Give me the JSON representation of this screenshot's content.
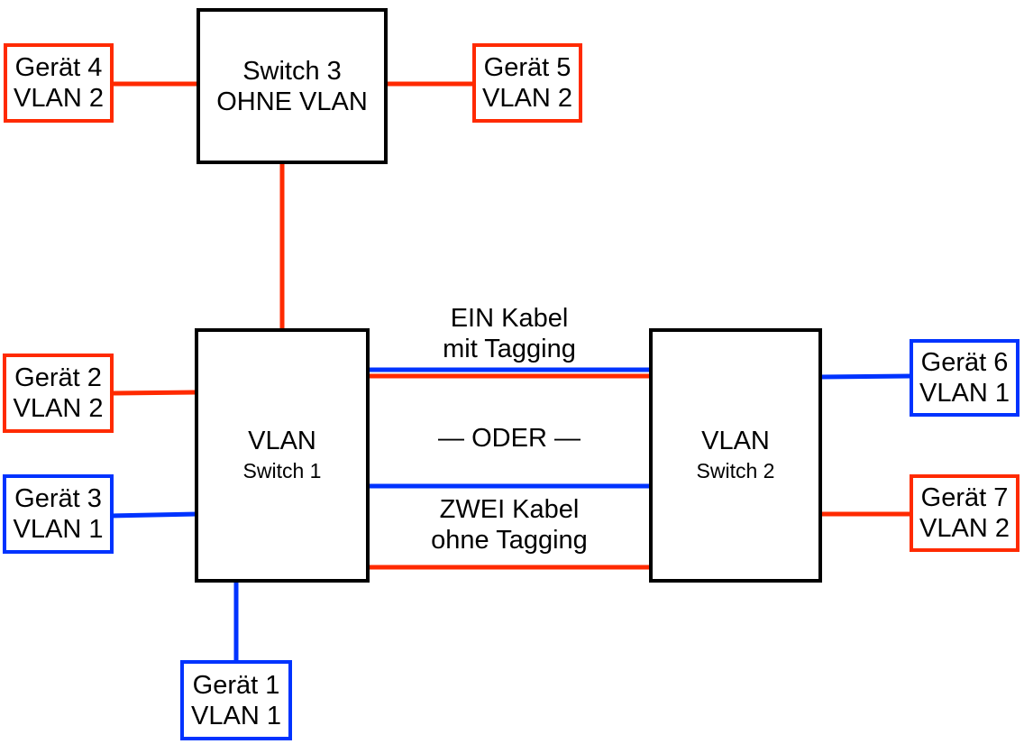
{
  "colors": {
    "vlan1": "#0033ff",
    "vlan2": "#ff2a00",
    "switch_border": "#000000"
  },
  "switches": {
    "switch3": {
      "line1": "Switch 3",
      "line2": "OHNE VLAN"
    },
    "switch1": {
      "line1": "VLAN",
      "line2": "Switch 1"
    },
    "switch2": {
      "line1": "VLAN",
      "line2": "Switch 2"
    }
  },
  "devices": {
    "geraet1": {
      "name": "Gerät 1",
      "vlan": "VLAN 1"
    },
    "geraet2": {
      "name": "Gerät 2",
      "vlan": "VLAN 2"
    },
    "geraet3": {
      "name": "Gerät 3",
      "vlan": "VLAN 1"
    },
    "geraet4": {
      "name": "Gerät 4",
      "vlan": "VLAN 2"
    },
    "geraet5": {
      "name": "Gerät 5",
      "vlan": "VLAN 2"
    },
    "geraet6": {
      "name": "Gerät 6",
      "vlan": "VLAN 1"
    },
    "geraet7": {
      "name": "Gerät 7",
      "vlan": "VLAN 2"
    }
  },
  "labels": {
    "ein_kabel": {
      "line1": "EIN Kabel",
      "line2": "mit Tagging"
    },
    "oder": "— ODER —",
    "zwei_kabel": {
      "line1": "ZWEI Kabel",
      "line2": "ohne Tagging"
    }
  }
}
